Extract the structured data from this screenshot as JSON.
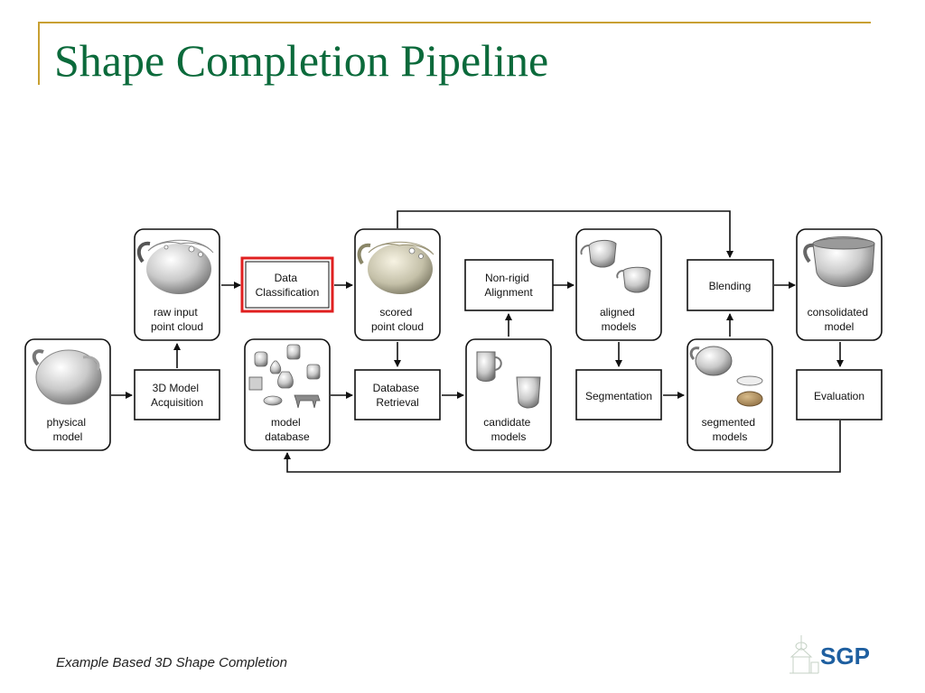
{
  "slide": {
    "title": "Shape Completion Pipeline",
    "footer": "Example Based 3D Shape Completion",
    "logo_text": "SGP",
    "accent_color": "#0b6a3b",
    "frame_color": "#c8a032",
    "highlight_color": "#e02020"
  },
  "diagram": {
    "nodes": {
      "raw_input": [
        "raw input",
        "point cloud"
      ],
      "data_classification": [
        "Data",
        "Classification"
      ],
      "scored": [
        "scored",
        "point cloud"
      ],
      "nonrigid": [
        "Non-rigid",
        "Alignment"
      ],
      "aligned": [
        "aligned",
        "models"
      ],
      "blending": [
        "Blending"
      ],
      "consolidated": [
        "consolidated",
        "model"
      ],
      "physical": [
        "physical",
        "model"
      ],
      "acquisition": [
        "3D Model",
        "Acquisition"
      ],
      "model_database": [
        "model",
        "database"
      ],
      "database_retrieval": [
        "Database",
        "Retrieval"
      ],
      "candidate": [
        "candidate",
        "models"
      ],
      "segmentation": [
        "Segmentation"
      ],
      "segmented": [
        "segmented",
        "models"
      ],
      "evaluation": [
        "Evaluation"
      ]
    }
  }
}
